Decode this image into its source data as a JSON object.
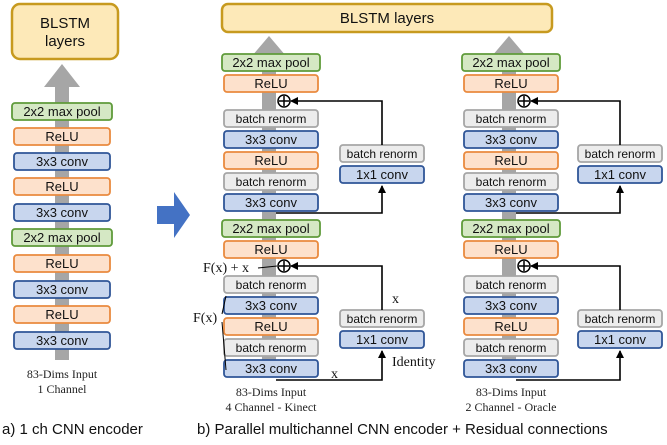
{
  "colors": {
    "blstm_fill": "#fde9b8",
    "blstm_stroke": "#c79a1f",
    "pool_fill": "#d5e8c4",
    "pool_stroke": "#5f9b3a",
    "relu_fill": "#fde1cc",
    "relu_stroke": "#e98a3f",
    "conv_fill": "#c8d6ee",
    "conv_stroke": "#2f5597",
    "norm_fill": "#ececec",
    "norm_stroke": "#a6a6a6",
    "flow_arrow": "#a6a6a6",
    "big_arrow": "#4472c4",
    "line": "#000000"
  },
  "labels": {
    "blstm": "BLSTM",
    "layers": "layers",
    "blstm_layers": "BLSTM layers",
    "max_pool": "2x2 max pool",
    "relu": "ReLU",
    "conv3": "3x3 conv",
    "conv1": "1x1 conv",
    "batch_renorm": "batch renorm",
    "plus": "⊕"
  },
  "annotations": {
    "fx_plus_x": "F(x) + x",
    "fx": "F(x)",
    "x_upper": "x",
    "x_lower": "x",
    "identity": "Identity"
  },
  "encoder_a": {
    "input_line1": "83-Dims Input",
    "input_line2": "1 Channel",
    "caption": "a) 1 ch CNN encoder"
  },
  "encoder_b": {
    "kinect_line1": "83-Dims Input",
    "kinect_line2": "4 Channel - Kinect",
    "oracle_line1": "83-Dims Input",
    "oracle_line2": "2 Channel - Oracle",
    "caption": "b) Parallel multichannel CNN encoder + Residual connections"
  }
}
